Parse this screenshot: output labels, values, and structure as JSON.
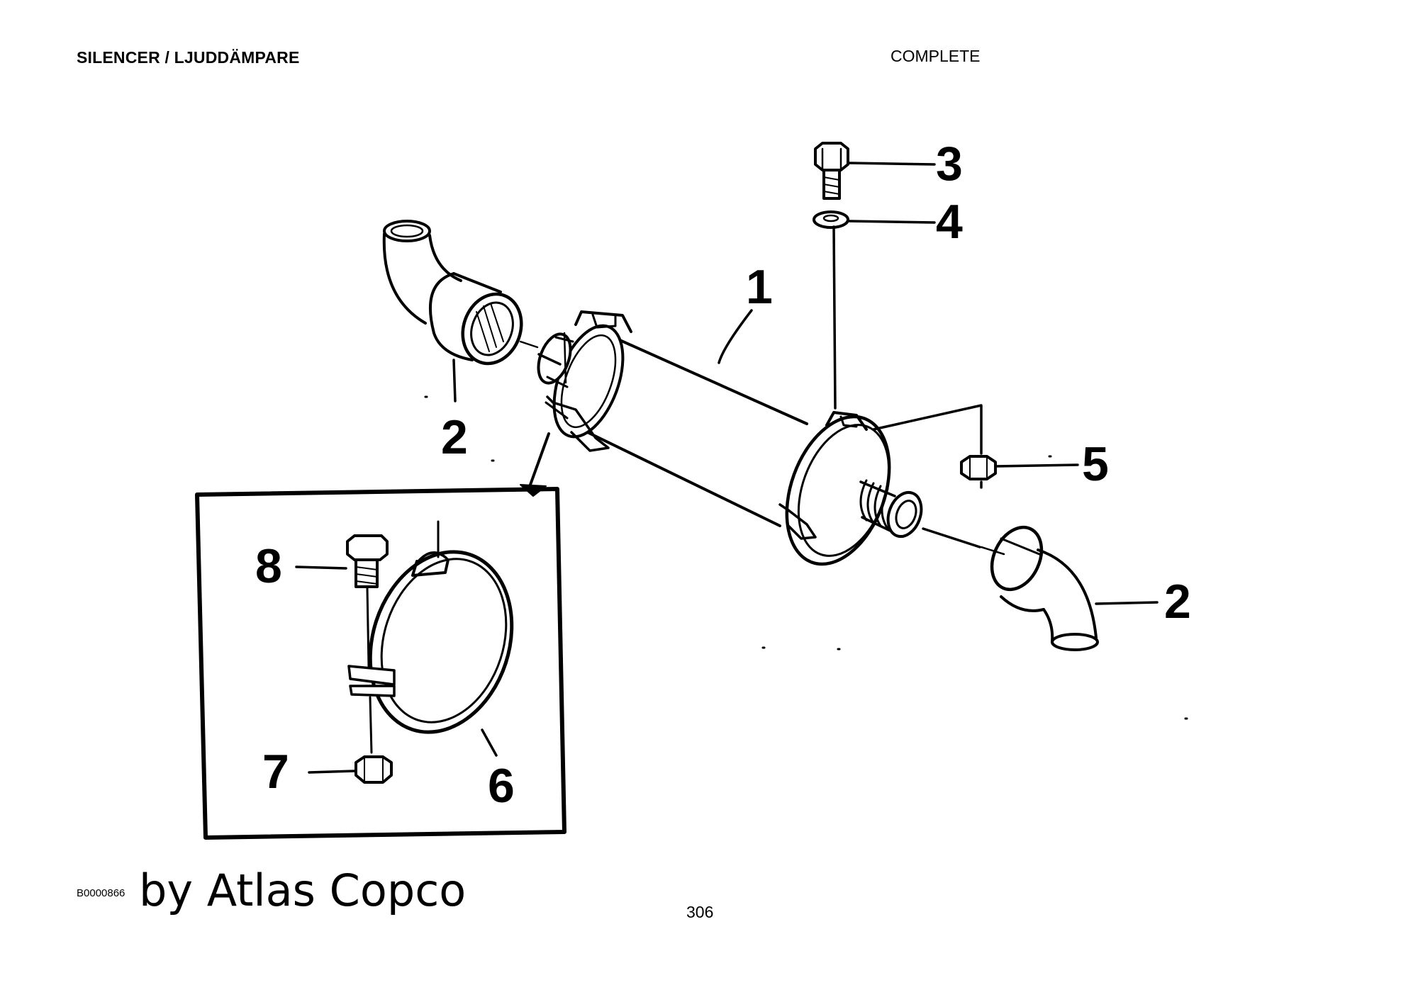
{
  "header": {
    "title": "SILENCER / LJUDDÄMPARE",
    "subtitle": "COMPLETE"
  },
  "footer": {
    "drawing_code": "B0000866",
    "byline": "by Atlas Copco",
    "page_number": "306"
  },
  "callouts": {
    "c1": "1",
    "c2_left": "2",
    "c2_right": "2",
    "c3": "3",
    "c4": "4",
    "c5": "5",
    "c6": "6",
    "c7": "7",
    "c8": "8"
  }
}
